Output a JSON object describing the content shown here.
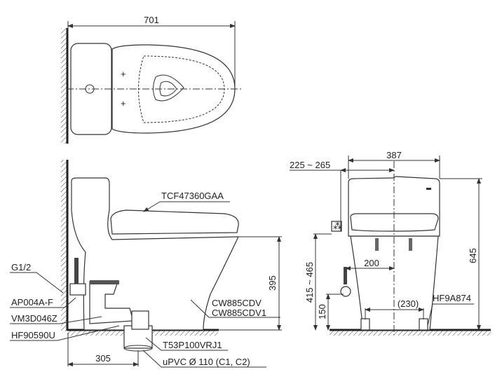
{
  "top_view": {
    "width_dim": "701"
  },
  "side_view": {
    "seat_model": "TCF47360GAA",
    "valve_thread": "G1/2",
    "angle_valve": "AP004A-F",
    "flush_valve": "VM3D046Z",
    "fitting": "HF90590U",
    "bowl_models": [
      "CW885CDV",
      "CW885CDV1"
    ],
    "flange": "T53P100VRJ1",
    "pipe": "uPVC Ø 110 (C1, C2)",
    "rough_in_dim": "305",
    "seat_height_dim": "395"
  },
  "front_view": {
    "width_dim": "387",
    "outlet_offset_dim": "225 ~ 265",
    "outlet_height_dim": "415 ~ 465",
    "supply_offset_dim": "200",
    "supply_height_dim": "150",
    "bolt_spacing_dim": "(230)",
    "total_height_dim": "645",
    "bolt_model": "HF9A874"
  }
}
